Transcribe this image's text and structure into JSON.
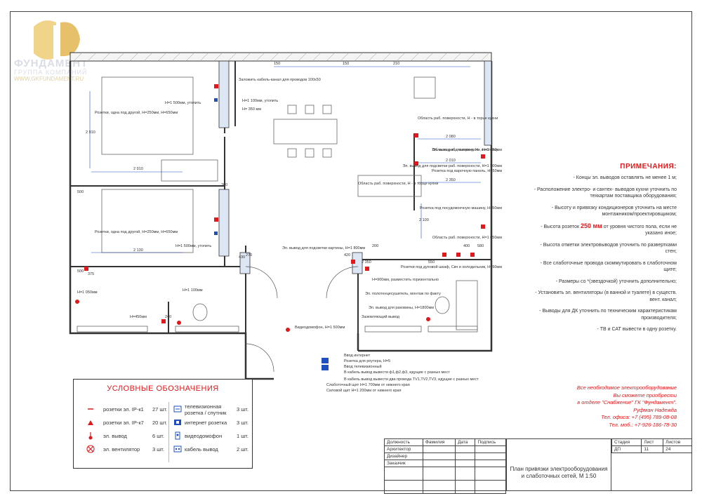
{
  "logo": {
    "name": "ФУНДАМЕНТ",
    "sub": "ГРУППА КОМПАНИЙ",
    "url": "WWW.GKFUNDAMENT.RU"
  },
  "plan_labels": {
    "kabel": "Заложить кабель-канал для проводов 100x50",
    "h1100": "H=1 100мм, утопить",
    "h350": "H= 350 мм",
    "h1500_top": "H=1 500мм, утопить",
    "rozetki_top": "Розетки, одна под другой, H=250мм, H=650мм",
    "rozetki_bottom": "Розетки, одна под другой, H=250мм, H=650мм",
    "h1500_mid": "H=1 500мм, утопить",
    "h1100_mid": "H=1 100мм",
    "h1050": "H=1 050мм",
    "h450": "H=450мм",
    "oblast1": "Область раб. поверхности, H - в торце кухни",
    "vyvod_vytyazhka": "Эл. вывод под вытяжку, H - к потолку",
    "rozetka_panel": "Розетка под варочную панель, H=50мм",
    "oblast2": "Область раб. поверхности, H=1 050мм",
    "vyvod_podsvetka_r": "Эл. вывод для подсветки раб. поверхности, H=1 500мм",
    "oblast_left": "Область раб. поверхности, H - в торце кухни",
    "rozetka_pmm": "Розетка под посудомоечную машину, H=50мм",
    "oblast3": "Область раб. поверхности, H=1 050мм",
    "rozetki_shkaf": "Розетки под духовой шкаф, Свч и холодильник, H=50мм",
    "podsvetka_kartin": "Эл. вывод для подсветки картины, H=1 800мм",
    "h900": "H=900мм, разместить горизонтально",
    "polotencesushitel": "Эл. полотенцесушитель, монтаж по факту",
    "vyvod_rakovina": "Эл. вывод для раковины, H=1800мм",
    "zazemlyayushchiy": "Заземляющий вывод",
    "videodomofon": "Видеодомофон, H=1 500мм",
    "vvod_internet": "Ввод интернет",
    "rozetka_router": "Розетка для роутера, H=5",
    "vvod_tv": "Ввод телевизионный",
    "kabel_vyvod_f1": "В кабель вывод вывести ф1,ф2,ф3, идущие с разных мест",
    "kabel_vyvod_tv": "В кабель вывод вывести два провода TV1,TV2,TV3, идущие с разных мест",
    "slab_shit": "Слаботочный щит H=1 700мм от нижнего края",
    "silovoy_shit": "Силовой щит H=1 200мм от нижнего края",
    "dims": [
      "150",
      "150",
      "210",
      "2 910",
      "500",
      "2 910",
      "500",
      "2 350",
      "200",
      "2 080",
      "2 100",
      "2 130",
      "2 010",
      "550",
      "400",
      "580",
      "200",
      "375",
      "270",
      "420",
      "2 350",
      "240",
      "430"
    ]
  },
  "legend": {
    "title": "УСЛОВНЫЕ ОБОЗНАЧЕНИЯ",
    "left": [
      {
        "label": "розетки эл. IP-к1",
        "qty": "27 шт."
      },
      {
        "label": "розетки эл. IP-к7",
        "qty": "20 шт."
      },
      {
        "label": "эл. вывод",
        "qty": "6 шт."
      },
      {
        "label": "эл. вентилятор",
        "qty": "3 шт."
      }
    ],
    "right": [
      {
        "label": "телевизионная розетка / спутник",
        "qty": "3 шт."
      },
      {
        "label": "интернет розетка",
        "qty": "3 шт."
      },
      {
        "label": "видеодомофон",
        "qty": "1 шт."
      },
      {
        "label": "кабель вывод",
        "qty": "2 шт."
      }
    ]
  },
  "notes": {
    "title": "ПРИМЕЧАНИЯ:",
    "items": [
      "- Концы эл. выводов оставлять не менее 1 м;",
      "- Расположение электро- и сантех- выводов кухни уточнить по техкартам поставщика оборудования;",
      "- Высоту и привязку кондиционеров уточнить на месте монтажником/проектировщиком;",
      "- Высота отметки электровыводов уточнить по развертками стен;",
      "- Все слаботочные провода скоммутировать в слаботочном щите;",
      "- Размеры со *(звездочкой) уточнить дополнительно;",
      "- Установить эл. вентиляторы (в ванной и туалете) в существ. вент. канал;",
      "- Выводы для ДК уточнить по техническим характеристикам производителя;",
      "- ТВ и САТ вывести в одну розетку."
    ],
    "height_note_pre": "- Высота розеток",
    "height_note_value": "250 мм",
    "height_note_post": "от уровня чистого пола, если не указано иное;"
  },
  "contact": {
    "lines": [
      "Все необходимое электрооборудование",
      "Вы сможете приобрести",
      "в отделе \"Снабжение\" ГК \"Фундамент\".",
      "Руфман Надежда",
      "Тел. офиса: +7 (495) 789-08-08",
      "Тел. моб.: +7-926-186-78-30"
    ]
  },
  "title_block": {
    "headers": [
      "Должность",
      "Фамилия",
      "Дата",
      "Подпись"
    ],
    "roles": [
      "Архитектор",
      "Дизайнер",
      "Заказчик"
    ],
    "stadia_label": "Стадия",
    "list_label": "Лист",
    "listov_label": "Листов",
    "stadia": "ДП",
    "list": "11",
    "listov": "24",
    "sheet_title": "План привязки электрооборудования и слаботочных сетей, М 1:50"
  },
  "colors": {
    "accent": "#e0191c",
    "wall": "#333333",
    "dim": "#1f4fbf",
    "logo_gold": "#e7c06b"
  }
}
